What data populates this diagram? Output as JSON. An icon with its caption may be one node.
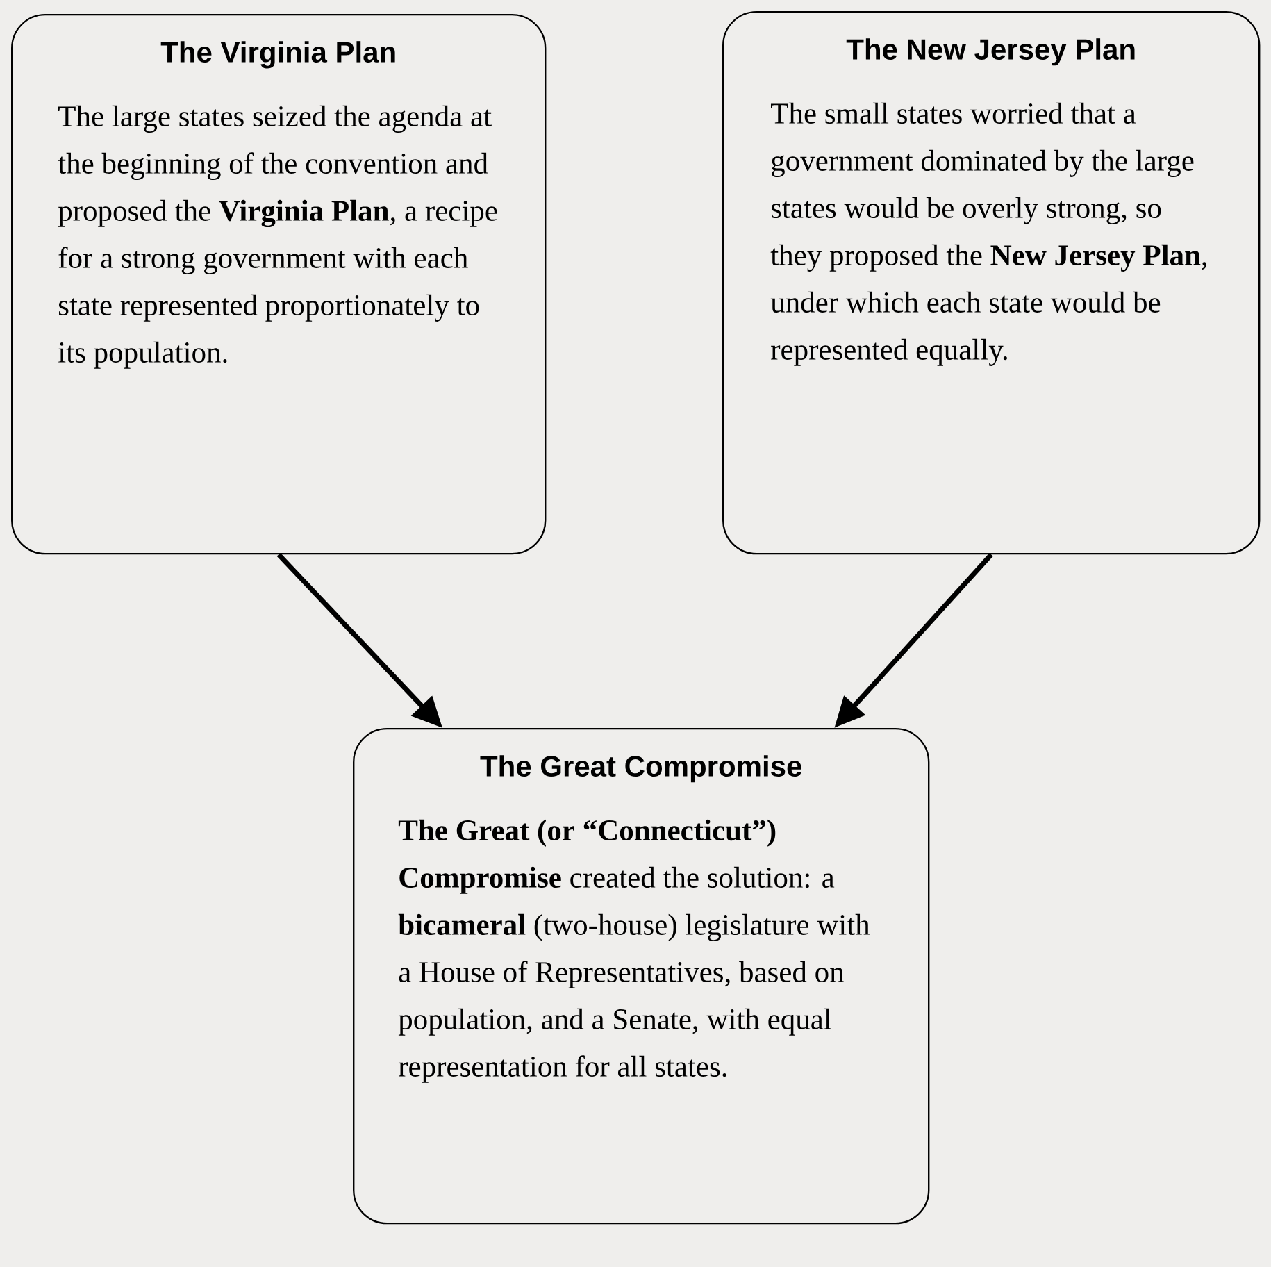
{
  "diagram": {
    "nodes": [
      {
        "text": [
          "The Virginia Plan",
          "The large states seized the agenda at the beginning of the convention and proposed the **Virginia Plan**, a recipe for a strong government with each state represented proportionately to its population."
        ]
      },
      {
        "text": [
          "The New Jersey Plan",
          "The small states worried that a government dominated by the large states would be overly strong, so they proposed the **New Jersey Plan**, under which each state would be represented equally."
        ]
      },
      {
        "text": [
          "The Great Compromise",
          "**The Great (or “Connecticut”) Compromise** created the solution: a **bicameral** (two-house) legislature with a House of Representatives, based on population, and a Senate, with equal representation for all states."
        ]
      }
    ],
    "edges": [
      {
        "from": 0,
        "to": 2,
        "arrow": "to"
      },
      {
        "from": 1,
        "to": 2,
        "arrow": "to"
      }
    ]
  }
}
